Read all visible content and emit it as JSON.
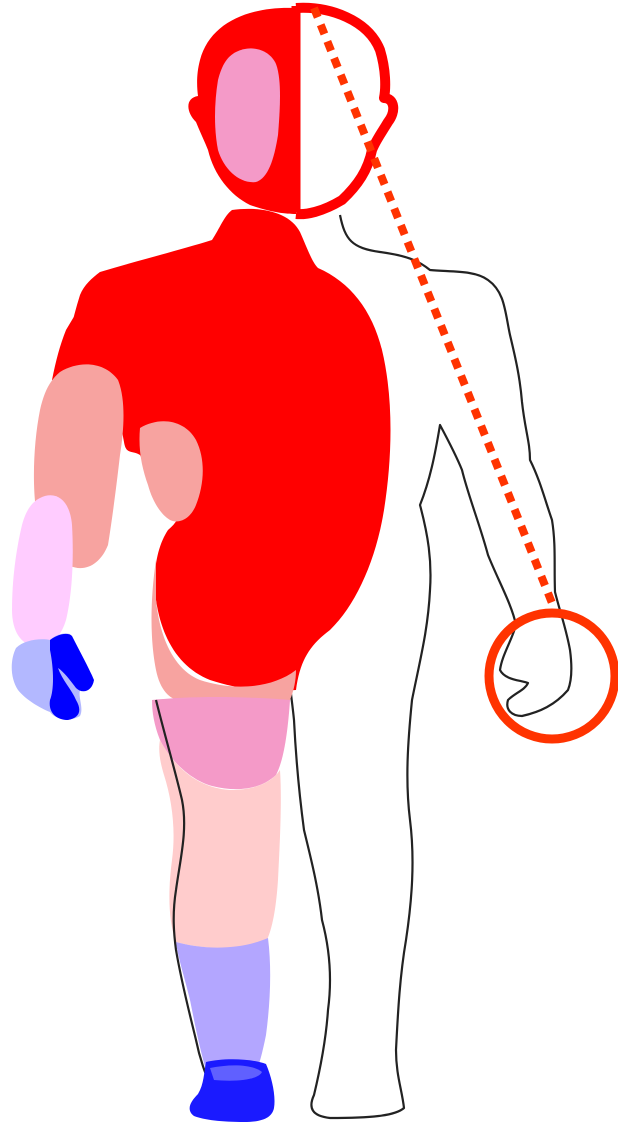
{
  "figure": {
    "background": "#ffffff",
    "outline_color": "#222222",
    "annotation_color": "#ff3300",
    "regions": [
      {
        "id": "head-left",
        "color": "#ff0000"
      },
      {
        "id": "face",
        "color": "#f49ac8"
      },
      {
        "id": "torso",
        "color": "#ff0000"
      },
      {
        "id": "upper-arm",
        "color": "#f7a3a0"
      },
      {
        "id": "forearm",
        "color": "#ffccff"
      },
      {
        "id": "hand",
        "color": "#0000ff"
      },
      {
        "id": "hip",
        "color": "#f7a3a0"
      },
      {
        "id": "thigh",
        "color": "#f49ac8"
      },
      {
        "id": "knee-shin",
        "color": "#ffcccc"
      },
      {
        "id": "lower-leg",
        "color": "#b3a6ff"
      },
      {
        "id": "foot",
        "color": "#1a1aff"
      }
    ]
  }
}
